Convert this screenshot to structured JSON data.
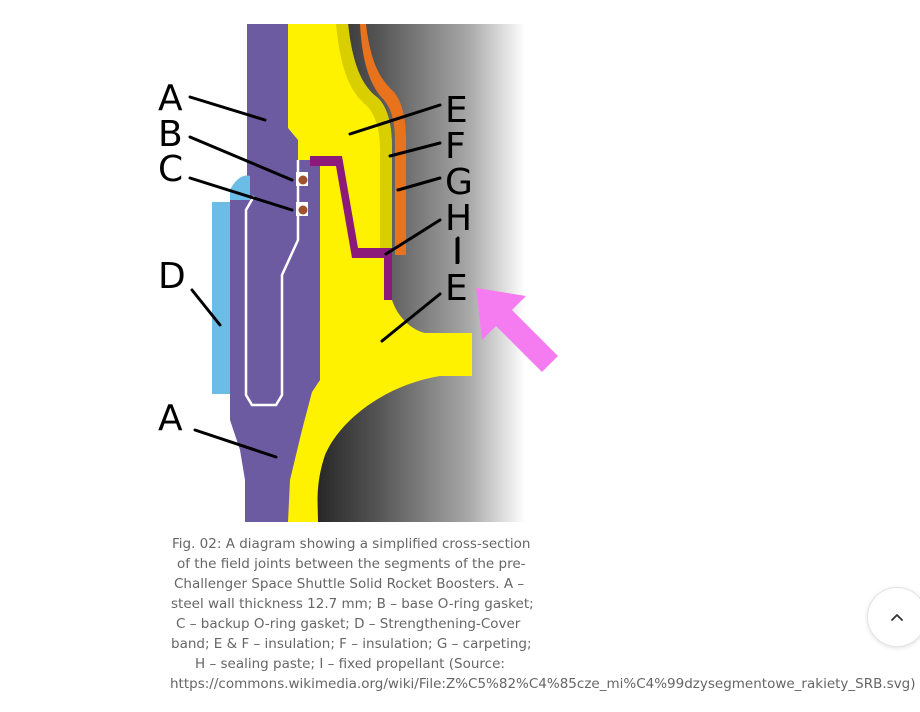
{
  "figure": {
    "labels": {
      "A_top": "A",
      "B": "B",
      "C": "C",
      "D": "D",
      "A_bottom": "A",
      "E_top": "E",
      "F": "F",
      "G": "G",
      "H": "H",
      "I": "I",
      "E_bottom": "E"
    },
    "colors": {
      "steel": "#6c5ba0",
      "insulation": "#fff200",
      "insulation_dark": "#d9cf00",
      "carpeting": "#e8731c",
      "sealing_paste": "#8b1a7a",
      "band": "#6cbde6",
      "arrow": "#f57cf0"
    }
  },
  "caption": {
    "line1": "Fig. 02: A diagram showing a simplified cross-section",
    "line2": "of the field joints between the segments of the pre-",
    "line3": "Challenger Space Shuttle Solid Rocket Boosters. A –",
    "line4": "steel wall thickness 12.7 mm; B – base O-ring gasket;",
    "line5": "C – backup O-ring gasket; D – Strengthening-Cover",
    "line6": "band; E & F – insulation; F – insulation; G – carpeting;",
    "line7": "H – sealing paste; I – fixed propellant (Source:",
    "line8": "https://commons.wikimedia.org/wiki/File:Z%C5%82%C4%85cze_mi%C4%99dzysegmentowe_rakiety_SRB.svg)"
  },
  "scroll_top": {
    "icon": "chevron-up-icon"
  }
}
